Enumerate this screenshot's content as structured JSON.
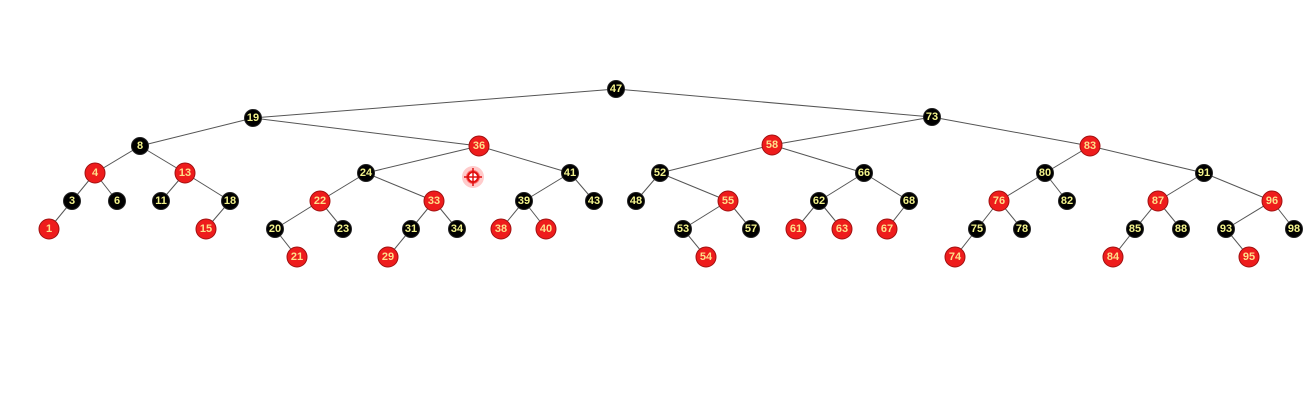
{
  "colors": {
    "red": "#ee1c1c",
    "black": "#000000",
    "edge": "#555555",
    "label_black": "#f2f28a",
    "label_red": "#ffe08a"
  },
  "cursor": {
    "icon": "crosshair-cursor-icon"
  },
  "tree": {
    "nodes": [
      {
        "key": "47",
        "color": "black",
        "parent": null
      },
      {
        "key": "19",
        "color": "black",
        "parent": "47"
      },
      {
        "key": "73",
        "color": "black",
        "parent": "47"
      },
      {
        "key": "8",
        "color": "black",
        "parent": "19"
      },
      {
        "key": "36",
        "color": "red",
        "parent": "19"
      },
      {
        "key": "4",
        "color": "red",
        "parent": "8"
      },
      {
        "key": "13",
        "color": "red",
        "parent": "8"
      },
      {
        "key": "3",
        "color": "black",
        "parent": "4"
      },
      {
        "key": "6",
        "color": "black",
        "parent": "4"
      },
      {
        "key": "1",
        "color": "red",
        "parent": "3"
      },
      {
        "key": "11",
        "color": "black",
        "parent": "13"
      },
      {
        "key": "18",
        "color": "black",
        "parent": "13"
      },
      {
        "key": "15",
        "color": "red",
        "parent": "18"
      },
      {
        "key": "24",
        "color": "black",
        "parent": "36"
      },
      {
        "key": "41",
        "color": "black",
        "parent": "36"
      },
      {
        "key": "22",
        "color": "red",
        "parent": "24"
      },
      {
        "key": "33",
        "color": "red",
        "parent": "24"
      },
      {
        "key": "20",
        "color": "black",
        "parent": "22"
      },
      {
        "key": "23",
        "color": "black",
        "parent": "22"
      },
      {
        "key": "21",
        "color": "red",
        "parent": "20"
      },
      {
        "key": "31",
        "color": "black",
        "parent": "33"
      },
      {
        "key": "34",
        "color": "black",
        "parent": "33"
      },
      {
        "key": "29",
        "color": "red",
        "parent": "31"
      },
      {
        "key": "39",
        "color": "black",
        "parent": "41"
      },
      {
        "key": "43",
        "color": "black",
        "parent": "41"
      },
      {
        "key": "38",
        "color": "red",
        "parent": "39"
      },
      {
        "key": "40",
        "color": "red",
        "parent": "39"
      },
      {
        "key": "58",
        "color": "red",
        "parent": "73"
      },
      {
        "key": "83",
        "color": "red",
        "parent": "73"
      },
      {
        "key": "52",
        "color": "black",
        "parent": "58"
      },
      {
        "key": "66",
        "color": "black",
        "parent": "58"
      },
      {
        "key": "48",
        "color": "black",
        "parent": "52"
      },
      {
        "key": "55",
        "color": "red",
        "parent": "52"
      },
      {
        "key": "53",
        "color": "black",
        "parent": "55"
      },
      {
        "key": "57",
        "color": "black",
        "parent": "55"
      },
      {
        "key": "54",
        "color": "red",
        "parent": "53"
      },
      {
        "key": "62",
        "color": "black",
        "parent": "66"
      },
      {
        "key": "68",
        "color": "black",
        "parent": "66"
      },
      {
        "key": "61",
        "color": "red",
        "parent": "62"
      },
      {
        "key": "63",
        "color": "red",
        "parent": "62"
      },
      {
        "key": "67",
        "color": "red",
        "parent": "68"
      },
      {
        "key": "80",
        "color": "black",
        "parent": "83"
      },
      {
        "key": "91",
        "color": "black",
        "parent": "83"
      },
      {
        "key": "76",
        "color": "red",
        "parent": "80"
      },
      {
        "key": "82",
        "color": "black",
        "parent": "80"
      },
      {
        "key": "75",
        "color": "black",
        "parent": "76"
      },
      {
        "key": "78",
        "color": "black",
        "parent": "76"
      },
      {
        "key": "74",
        "color": "red",
        "parent": "75"
      },
      {
        "key": "87",
        "color": "red",
        "parent": "91"
      },
      {
        "key": "96",
        "color": "red",
        "parent": "91"
      },
      {
        "key": "85",
        "color": "black",
        "parent": "87"
      },
      {
        "key": "88",
        "color": "black",
        "parent": "87"
      },
      {
        "key": "84",
        "color": "red",
        "parent": "85"
      },
      {
        "key": "93",
        "color": "black",
        "parent": "96"
      },
      {
        "key": "98",
        "color": "black",
        "parent": "96"
      },
      {
        "key": "95",
        "color": "red",
        "parent": "93"
      }
    ]
  }
}
